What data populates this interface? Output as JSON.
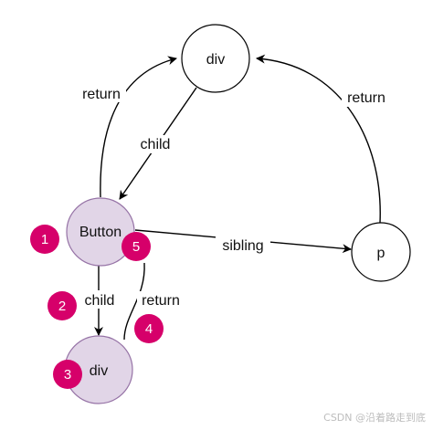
{
  "nodes": {
    "div_top": {
      "label": "div"
    },
    "button": {
      "label": "Button"
    },
    "p": {
      "label": "p"
    },
    "div_bottom": {
      "label": "div"
    }
  },
  "edges": {
    "return_button_to_div": "return",
    "child_div_to_button": "child",
    "sibling_button_to_p": "sibling",
    "return_p_to_div": "return",
    "child_button_to_div": "child",
    "return_div_to_button": "return"
  },
  "badges": [
    "1",
    "2",
    "3",
    "4",
    "5"
  ],
  "colors": {
    "node_fill_active": "#e1d5e7",
    "node_stroke_active": "#9673a6",
    "node_fill": "#ffffff",
    "node_stroke": "#000000",
    "badge": "#d6006a"
  },
  "watermark": "CSDN @沿着路走到底"
}
